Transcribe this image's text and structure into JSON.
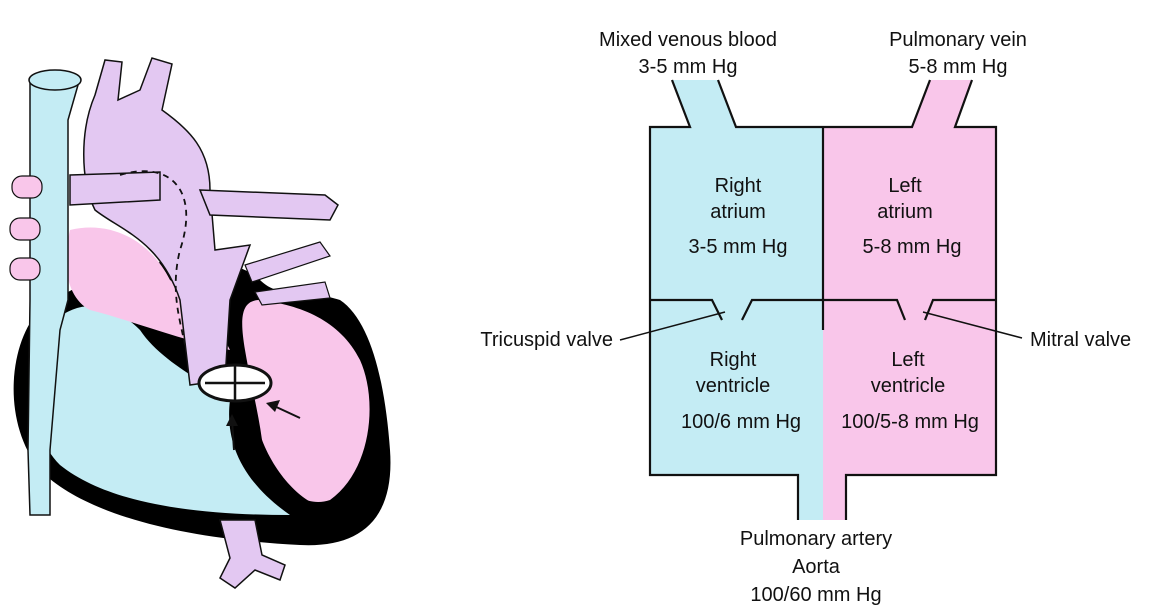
{
  "colors": {
    "right_side": "#c4ecf4",
    "left_side": "#f9c6ea",
    "vessel": "#e3c8f2",
    "wall": "#000000"
  },
  "labels": {
    "svc": {
      "line1": "Mixed venous blood",
      "line2": "3-5 mm Hg"
    },
    "pv": {
      "line1": "Pulmonary vein",
      "line2": "5-8 mm Hg"
    },
    "ra": {
      "line1": "Right",
      "line2": "atrium",
      "pressure": "3-5 mm Hg"
    },
    "la": {
      "line1": "Left",
      "line2": "atrium",
      "pressure": "5-8 mm Hg"
    },
    "rv": {
      "line1": "Right",
      "line2": "ventricle",
      "pressure": "100/6 mm Hg"
    },
    "lv": {
      "line1": "Left",
      "line2": "ventricle",
      "pressure": "100/5-8 mm Hg"
    },
    "tricuspid": "Tricuspid valve",
    "mitral": "Mitral valve",
    "outflow": {
      "line1": "Pulmonary artery",
      "line2": "Aorta",
      "line3": "100/60 mm Hg"
    }
  },
  "icons": [
    "heart-illustration",
    "arrow-icon"
  ]
}
